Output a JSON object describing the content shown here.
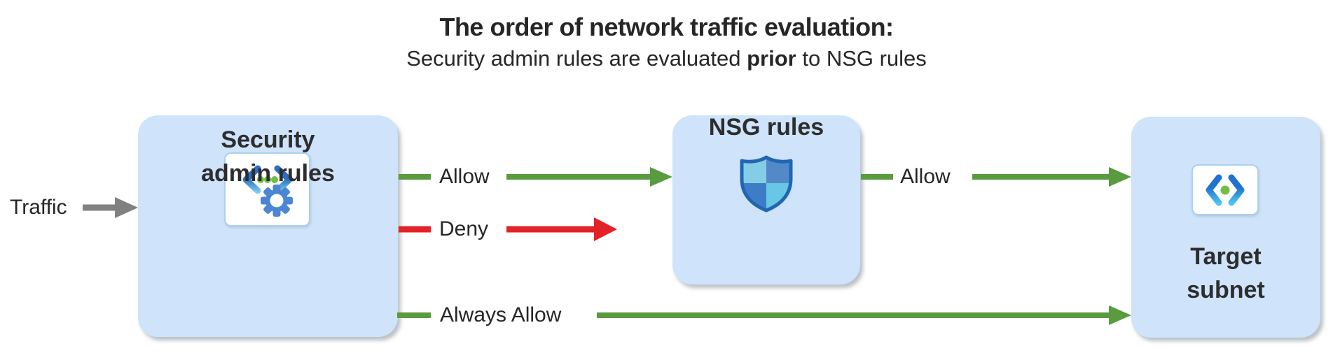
{
  "header": {
    "title": "The order of network traffic evaluation:",
    "subtitle_prefix": "Security admin rules are evaluated ",
    "subtitle_bold": "prior",
    "subtitle_suffix": " to NSG rules"
  },
  "traffic": {
    "label": "Traffic"
  },
  "nodes": {
    "security_admin": {
      "label": "Security\nadmin rules",
      "icon": "admin-rules-gear-icon"
    },
    "nsg": {
      "label": "NSG rules",
      "icon": "nsg-shield-icon"
    },
    "target": {
      "label": "Target\nsubnet",
      "icon": "subnet-code-icon"
    }
  },
  "edges": {
    "allow_to_nsg": {
      "label": "Allow",
      "result": "allow"
    },
    "deny": {
      "label": "Deny",
      "result": "deny"
    },
    "allow_to_target": {
      "label": "Allow",
      "result": "allow"
    },
    "always_allow": {
      "label": "Always Allow",
      "result": "allow"
    }
  },
  "colors": {
    "allow_green": "#599b3e",
    "deny_red": "#e32227",
    "traffic_gray": "#808080",
    "node_fill": "#cfe3fa",
    "text_dark": "#262626",
    "icon_blue_dark": "#2b6fc4",
    "icon_blue_light": "#7fd4f0",
    "icon_green": "#70bf44",
    "shield_border": "#2166b1"
  }
}
